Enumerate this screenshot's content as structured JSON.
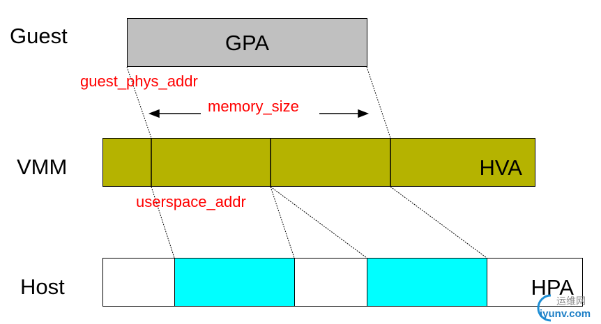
{
  "rows": {
    "guest": {
      "label": "Guest",
      "region": "GPA"
    },
    "vmm": {
      "label": "VMM",
      "region": "HVA"
    },
    "host": {
      "label": "Host",
      "region": "HPA"
    }
  },
  "annotations": {
    "guest_phys_addr": "guest_phys_addr",
    "memory_size": "memory_size",
    "userspace_addr": "userspace_addr"
  },
  "colors": {
    "gpa_fill": "#c0c0c0",
    "hva_fill": "#b5b300",
    "hpa_mapped_fill": "#00ffff",
    "annotation": "#ff0000"
  },
  "watermark": {
    "cn": "运维网",
    "domain": "iyunv.com"
  }
}
